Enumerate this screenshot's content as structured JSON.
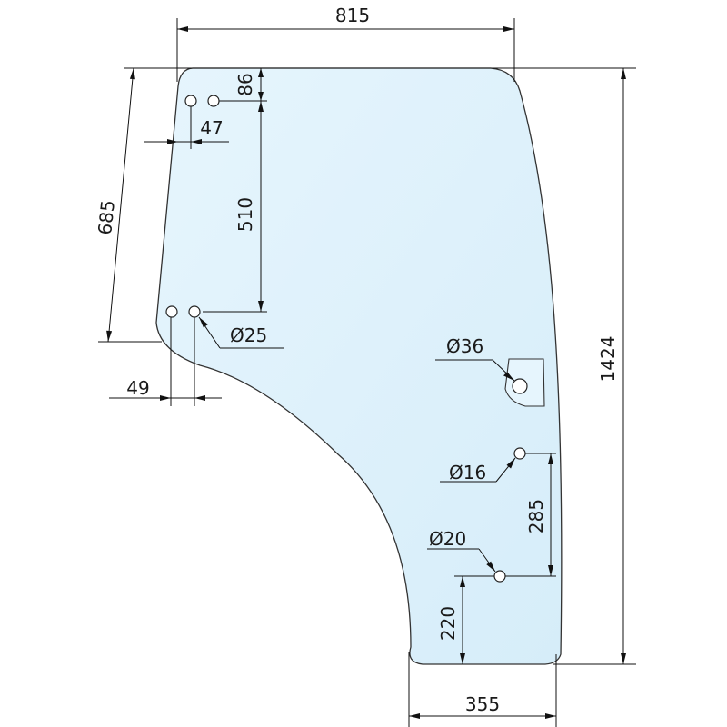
{
  "colors": {
    "glass_fill": "#dff1fb",
    "outline": "#333333",
    "dimension_line": "#111111",
    "text": "#1a1a1a",
    "background": "#ffffff"
  },
  "dimensions": {
    "overall_width": "815",
    "overall_height": "1424",
    "left_height": "685",
    "top_hole_offset": "86",
    "hole_spacing_top": "47",
    "vertical_hole_distance": "510",
    "hole_spacing_bottom": "49",
    "bottom_width": "355",
    "bottom_hole_height": "220",
    "right_hole_distance": "285"
  },
  "hole_labels": {
    "d25": "Ø25",
    "d36": "Ø36",
    "d16": "Ø16",
    "d20": "Ø20"
  }
}
